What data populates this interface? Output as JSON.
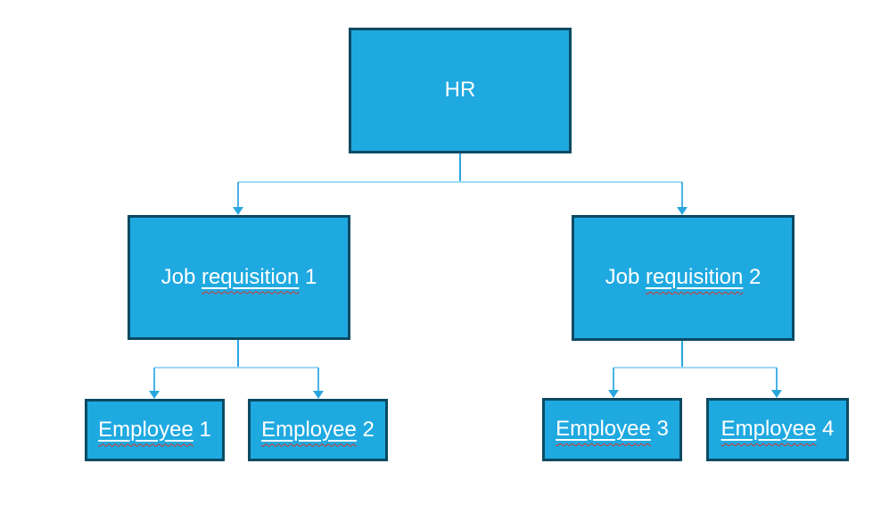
{
  "nodes": [
    {
      "id": "hr",
      "label": "HR",
      "pre": "HR",
      "underlined": "",
      "post": ""
    },
    {
      "id": "job-requisition-1",
      "label": "Job requisition 1",
      "pre": "Job ",
      "underlined": "requisition",
      "post": " 1"
    },
    {
      "id": "job-requisition-2",
      "label": "Job requisition 2",
      "pre": "Job ",
      "underlined": "requisition",
      "post": " 2"
    },
    {
      "id": "employee-1",
      "label": "Employee 1",
      "pre": "",
      "underlined": "Employee",
      "post": " 1"
    },
    {
      "id": "employee-2",
      "label": "Employee 2",
      "pre": "",
      "underlined": "Employee",
      "post": " 2"
    },
    {
      "id": "employee-3",
      "label": "Employee 3",
      "pre": "",
      "underlined": "Employee",
      "post": " 3"
    },
    {
      "id": "employee-4",
      "label": "Employee 4",
      "pre": "",
      "underlined": "Employee",
      "post": " 4"
    }
  ],
  "edges": [
    {
      "from": "hr",
      "to": "job-requisition-1"
    },
    {
      "from": "hr",
      "to": "job-requisition-2"
    },
    {
      "from": "job-requisition-1",
      "to": "employee-1"
    },
    {
      "from": "job-requisition-1",
      "to": "employee-2"
    },
    {
      "from": "job-requisition-2",
      "to": "employee-3"
    },
    {
      "from": "job-requisition-2",
      "to": "employee-4"
    }
  ],
  "colors": {
    "node_fill": "#1fa9e1",
    "node_border": "#0b4a63",
    "node_text": "#ffffff",
    "connector_stem": "#2aa6df",
    "connector_branch": "#9ed9f6",
    "connector_drop": "#4ab4e6",
    "arrowhead": "#2aa6df",
    "underline": "#ffffff",
    "spellcheck_squiggle": "#d4382a",
    "background": "#ffffff"
  }
}
